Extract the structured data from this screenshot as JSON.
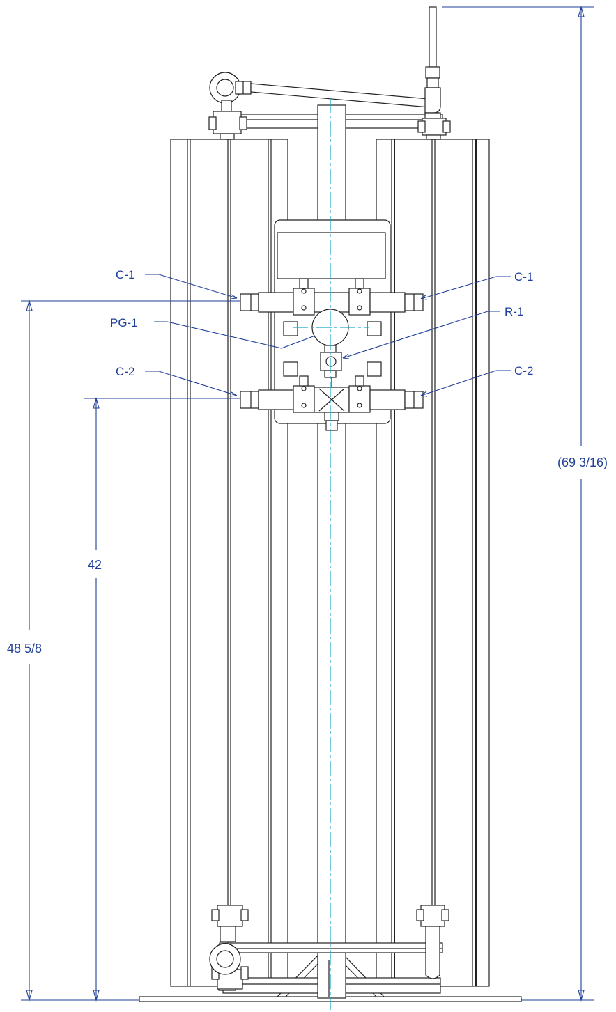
{
  "callouts": {
    "c1_left": "C-1",
    "c1_right": "C-1",
    "pg1": "PG-1",
    "r1": "R-1",
    "c2_left": "C-2",
    "c2_right": "C-2"
  },
  "dimensions": {
    "overall_height": "(69 3/16)",
    "upper_port_height": "48 5/8",
    "lower_port_height": "42"
  },
  "colors": {
    "annotation": "#1f3f98",
    "centerline": "#1aa7c7",
    "linework": "#222222"
  }
}
